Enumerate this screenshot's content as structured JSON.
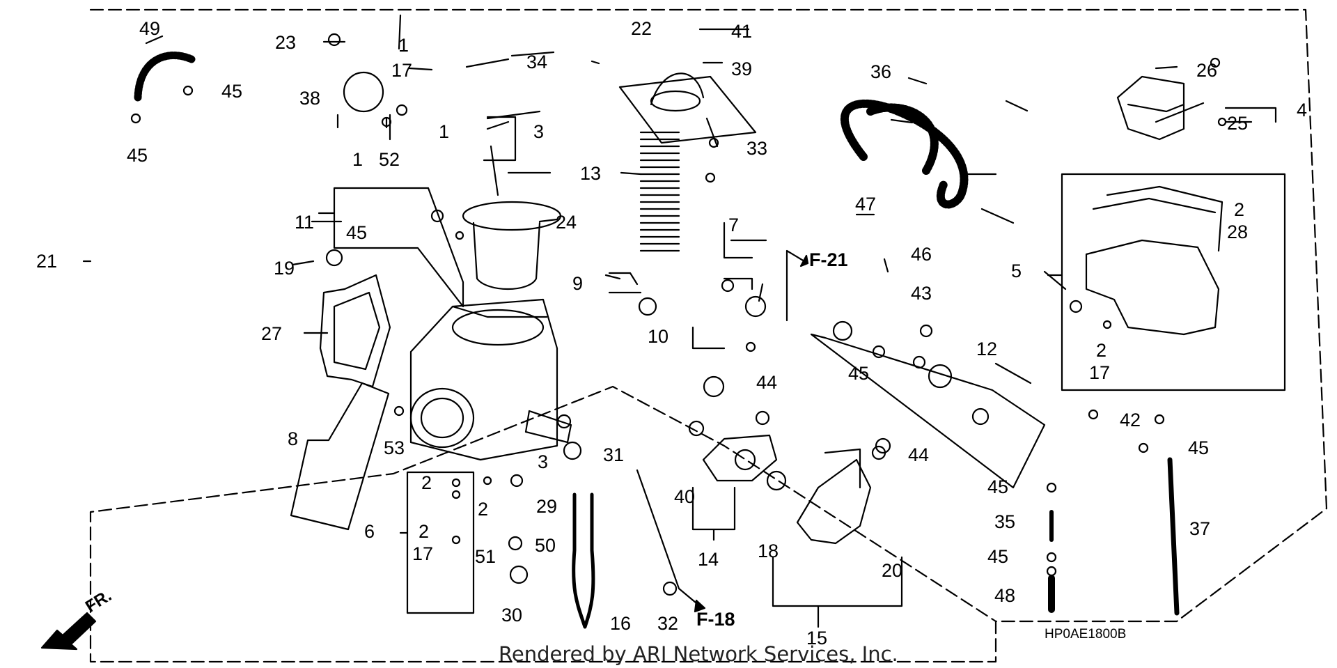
{
  "diagram": {
    "code": "HP0AE1800B",
    "credit": "Rendered by ARI Network Services, Inc.",
    "front_indicator": "FR.",
    "references": [
      "F-21",
      "F-18"
    ],
    "callouts": [
      "49",
      "23",
      "1",
      "17",
      "38",
      "45",
      "45",
      "1",
      "52",
      "1",
      "22",
      "41",
      "34",
      "39",
      "3",
      "33",
      "36",
      "26",
      "4",
      "25",
      "13",
      "24",
      "11",
      "45",
      "21",
      "19",
      "27",
      "9",
      "7",
      "10",
      "47",
      "46",
      "2",
      "28",
      "5",
      "43",
      "12",
      "45",
      "2",
      "17",
      "44",
      "8",
      "53",
      "3",
      "31",
      "2",
      "6",
      "2",
      "29",
      "2",
      "17",
      "51",
      "50",
      "30",
      "16",
      "32",
      "40",
      "14",
      "18",
      "20",
      "15",
      "44",
      "42",
      "45",
      "45",
      "35",
      "37",
      "45",
      "48"
    ]
  }
}
